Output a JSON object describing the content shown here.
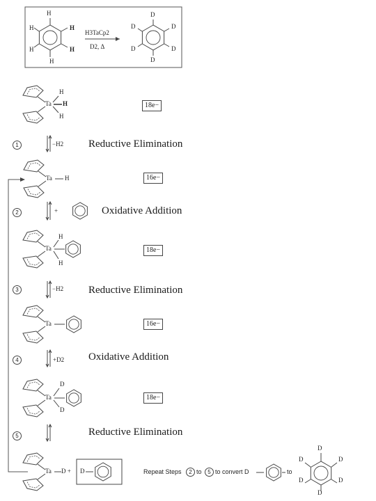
{
  "reaction": {
    "reagent": "H3TaCp2",
    "conditions": "D2, Δ",
    "atom_h": "H",
    "atom_d": "D"
  },
  "labels": {
    "metal": "Ta",
    "h": "H",
    "d": "D",
    "minus_h2": "−H2",
    "plus_d2": "+D2",
    "plus": "+"
  },
  "electron_counts": [
    "18e−",
    "16e−",
    "18e−",
    "16e−",
    "18e−"
  ],
  "steps": [
    {
      "num": "1",
      "name": "Reductive Elimination"
    },
    {
      "num": "2",
      "name": "Oxidative Addition"
    },
    {
      "num": "3",
      "name": "Reductive Elimination"
    },
    {
      "num": "4",
      "name": "Oxidative Addition"
    },
    {
      "num": "5",
      "name": "Reductive Elimination"
    }
  ],
  "final": {
    "plus_d": "D +",
    "box_d": "D",
    "repeat_a": "Repeat Steps",
    "repeat_from": "2",
    "repeat_to_word": "to",
    "repeat_to": "5",
    "repeat_b": "to convert D",
    "to_word": "to"
  }
}
